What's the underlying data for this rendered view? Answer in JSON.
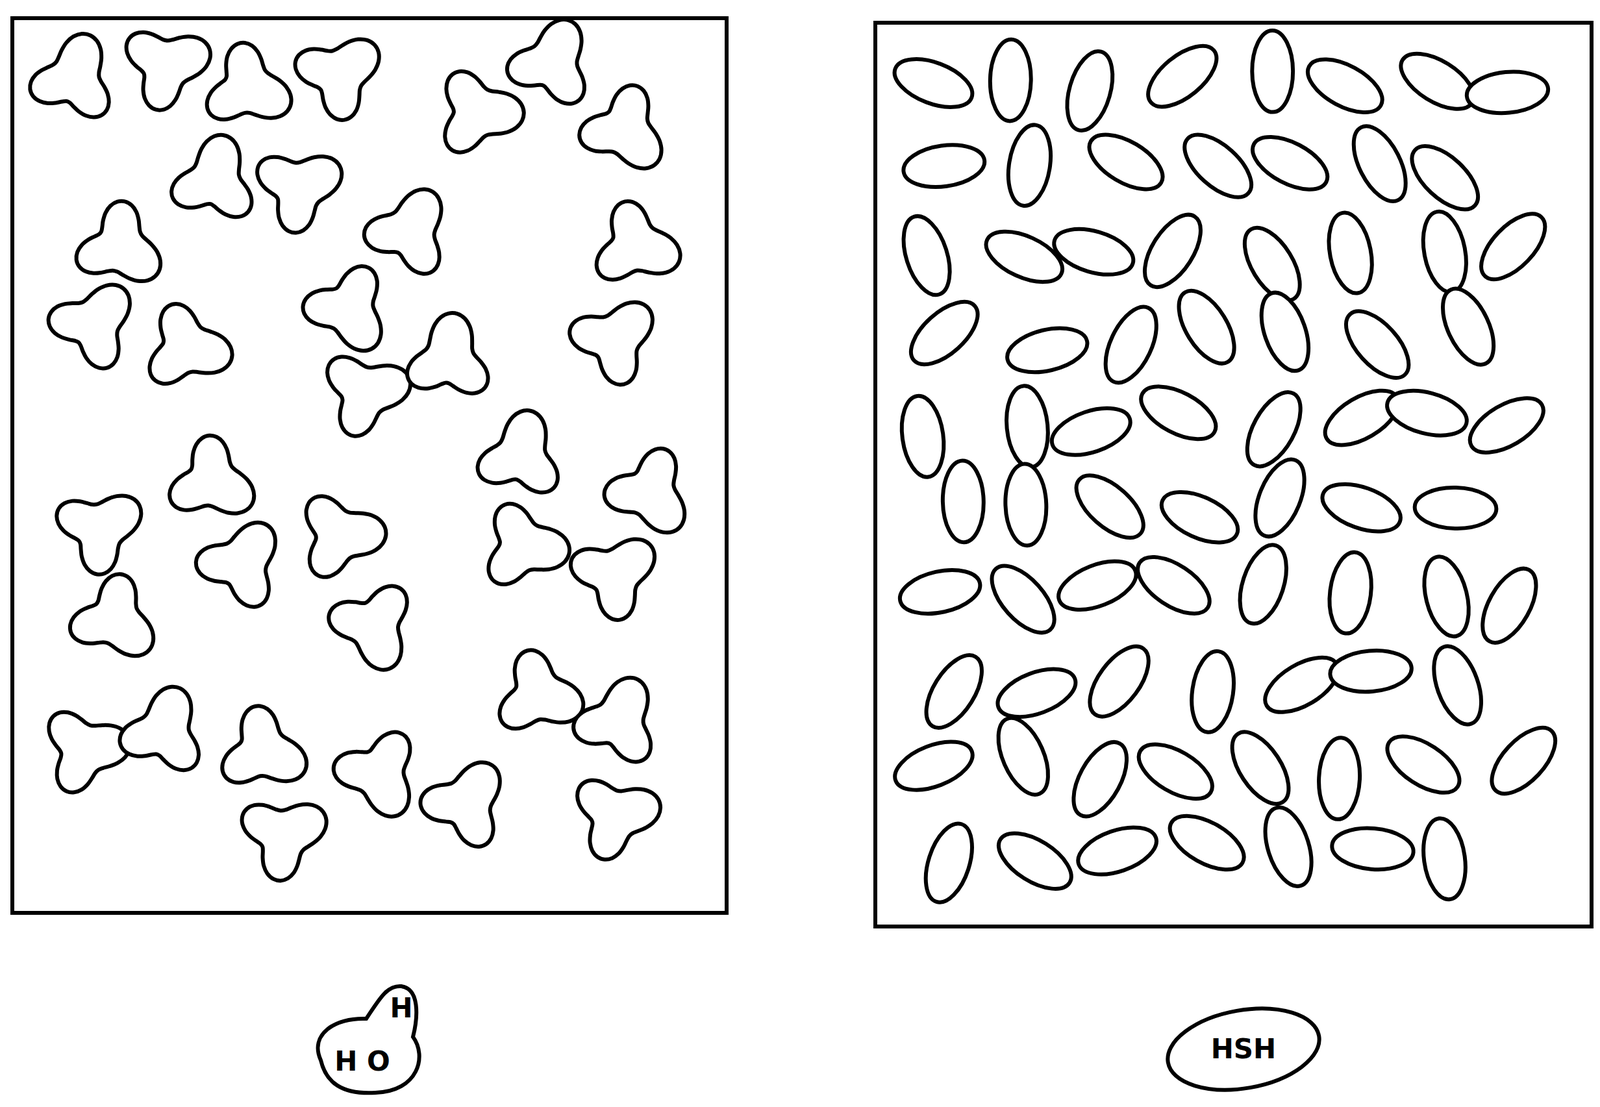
{
  "diagram": {
    "nodes": [
      {
        "text": [
          "H",
          "H O"
        ]
      },
      {
        "text": [
          "HSH"
        ]
      }
    ]
  }
}
